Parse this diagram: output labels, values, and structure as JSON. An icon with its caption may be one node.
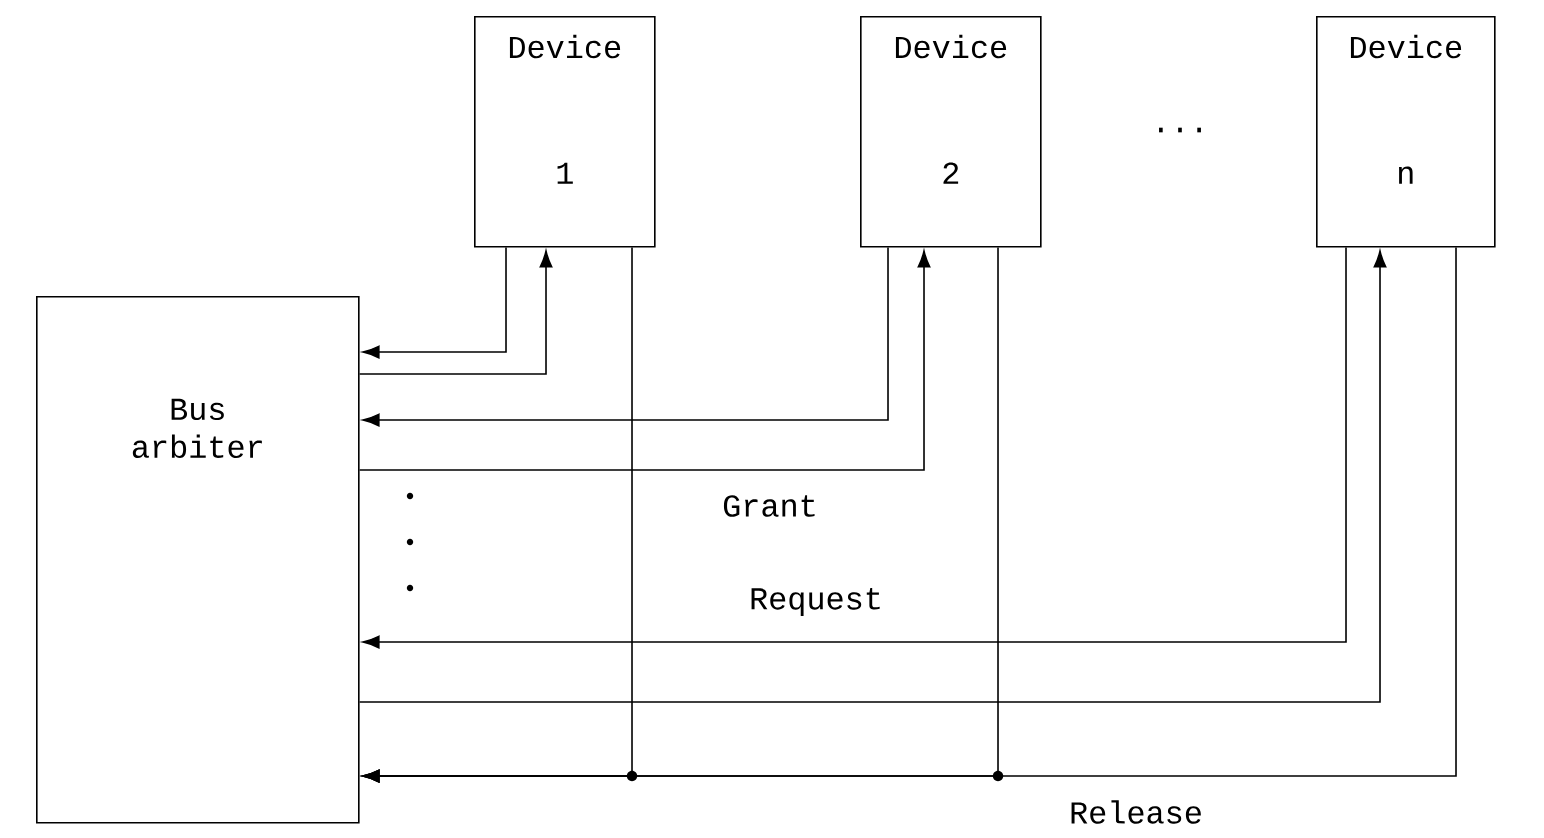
{
  "diagram": {
    "nodes": [
      {
        "text": [
          "Device",
          "1"
        ]
      },
      {
        "text": [
          "Device",
          "2"
        ]
      },
      {
        "text": [
          "Device",
          "n"
        ]
      },
      {
        "text": [
          "Bus arbiter"
        ]
      }
    ],
    "edges": [
      {
        "from": 0,
        "to": 3,
        "arrow": "to"
      },
      {
        "from": 3,
        "to": 0,
        "arrow": "to"
      },
      {
        "from": 1,
        "to": 3,
        "arrow": "to"
      },
      {
        "from": 3,
        "to": 1,
        "arrow": "to"
      },
      {
        "from": 2,
        "to": 3,
        "arrow": "to"
      },
      {
        "from": 3,
        "to": 2,
        "arrow": "to"
      },
      {
        "from": 0,
        "to": 3,
        "arrow": "to"
      },
      {
        "from": 1,
        "to": 3,
        "arrow": "to"
      },
      {
        "from": 2,
        "to": 3,
        "arrow": "to"
      }
    ],
    "labels": [
      "...",
      "Grant",
      "Request",
      "Release"
    ]
  }
}
